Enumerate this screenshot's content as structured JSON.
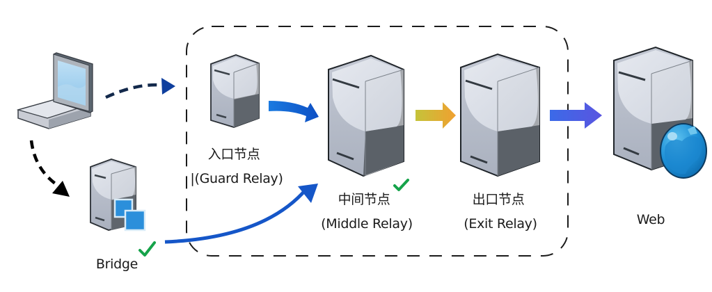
{
  "diagram": {
    "title": "Tor circuit with bridge",
    "nodes": {
      "client": {
        "icon": "laptop-icon"
      },
      "bridge": {
        "label": "Bridge",
        "icon": "bridge-server-icon",
        "verified": true
      },
      "guard": {
        "label_zh": "入口节点",
        "label_en": "|(Guard Relay)",
        "icon": "server-icon"
      },
      "middle": {
        "label_zh": "中间节点",
        "label_en": "(Middle Relay)",
        "icon": "server-icon",
        "verified": true
      },
      "exit": {
        "label_zh": "出口节点",
        "label_en": "(Exit Relay)",
        "icon": "server-icon"
      },
      "web": {
        "label": "Web",
        "icon": "web-server-globe-icon"
      }
    },
    "group": {
      "name": "tor-network",
      "style": "dashed"
    },
    "edges": [
      {
        "from": "client",
        "to": "guard",
        "style": "dashed",
        "color": "#13294b"
      },
      {
        "from": "client",
        "to": "bridge",
        "style": "dashed",
        "color": "#000000"
      },
      {
        "from": "guard",
        "to": "middle",
        "style": "solid",
        "color": "#1565d8"
      },
      {
        "from": "bridge",
        "to": "middle",
        "style": "solid",
        "color": "#1556c8"
      },
      {
        "from": "middle",
        "to": "exit",
        "style": "solid",
        "color": "#e8a530"
      },
      {
        "from": "exit",
        "to": "web",
        "style": "solid",
        "color": "#4a5de8"
      }
    ],
    "colors": {
      "check": "#16a34a",
      "server_front_light": "#dfe3ec",
      "server_side": "#a4a7ad",
      "server_dark": "#5b6168",
      "globe": "#1e8fd6",
      "bridge_square": "#2b8fdb"
    }
  }
}
